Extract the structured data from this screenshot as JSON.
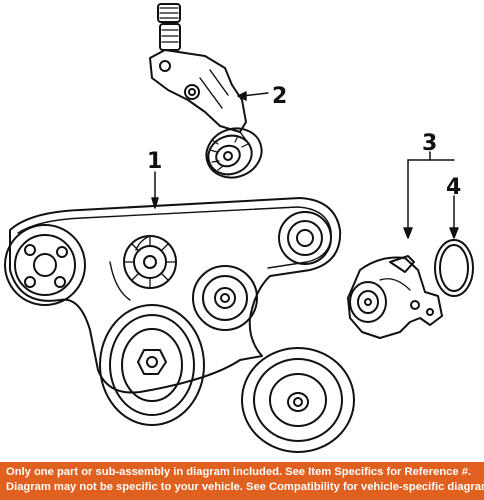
{
  "callouts": [
    {
      "number": "1"
    },
    {
      "number": "2"
    },
    {
      "number": "3"
    },
    {
      "number": "4"
    }
  ],
  "disclaimer": {
    "line1": "Only one part or sub-assembly in diagram included. See Item Specifics for Reference #.",
    "line2": "Diagram may not be specific to your vehicle. See Compatibility for vehicle-specific diagrams.",
    "background_color": "#e0601f"
  }
}
